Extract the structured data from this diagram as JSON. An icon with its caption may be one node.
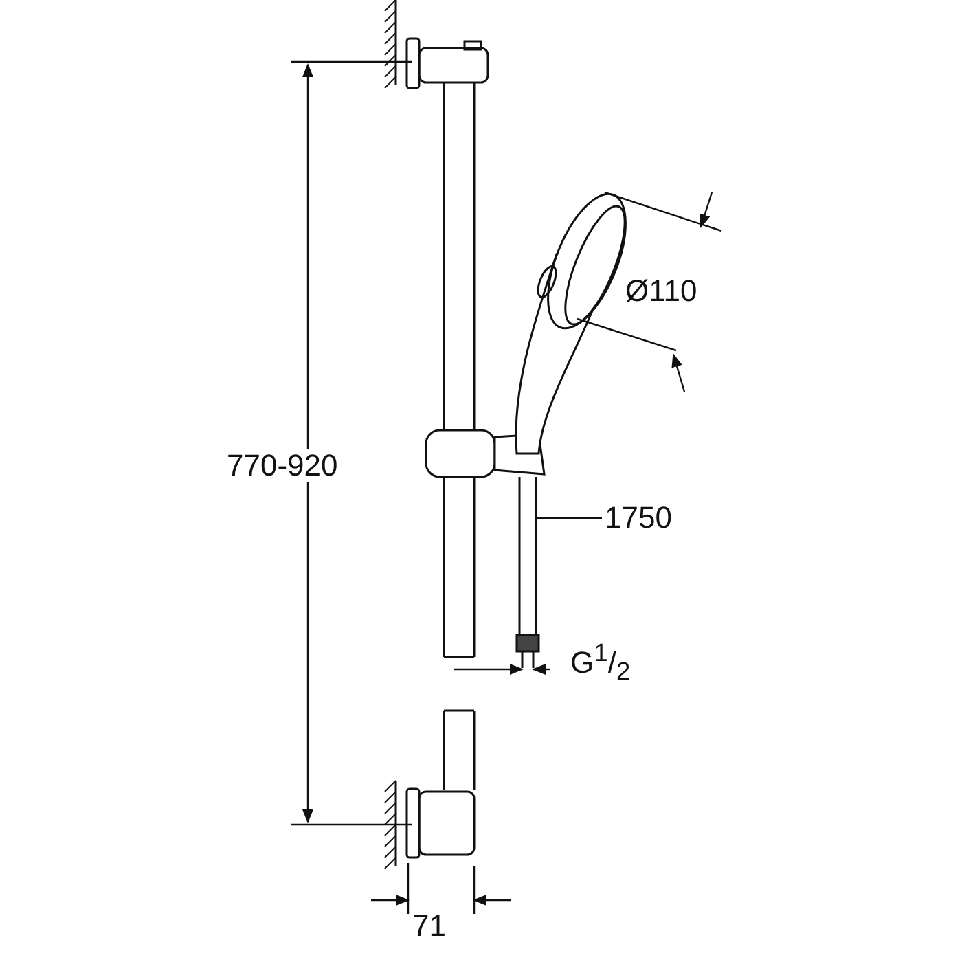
{
  "diagram": {
    "nodes": [
      {
        "text": [
          "1750"
        ]
      },
      {
        "text": [],
        "shape": "picture"
      }
    ],
    "edges": [
      {
        "from": 0,
        "to": 1,
        "arrow": "none"
      }
    ],
    "labels": [
      "Ø110",
      "770-920",
      "G$^{1}$/$_{2}$",
      "71"
    ]
  }
}
